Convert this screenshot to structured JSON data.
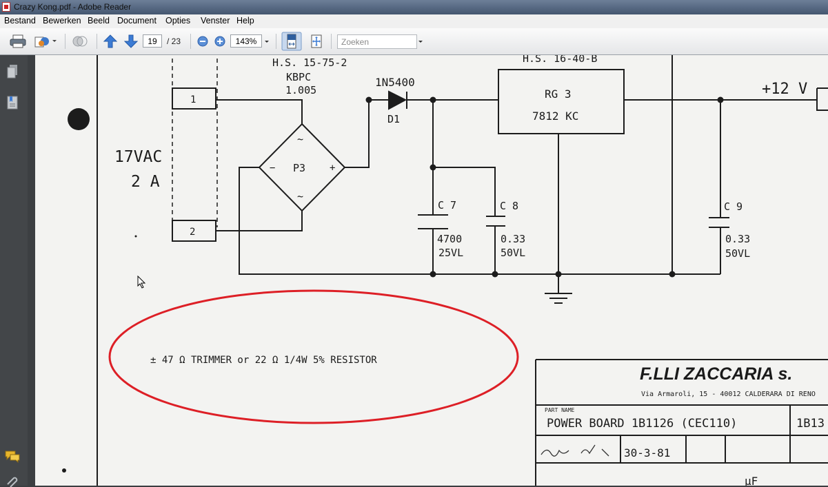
{
  "window": {
    "title": "Crazy Kong.pdf - Adobe Reader"
  },
  "menu": [
    "Bestand",
    "Bewerken",
    "Beeld",
    "Document",
    "Opties",
    "Venster",
    "Help"
  ],
  "toolbar": {
    "current_page": "19",
    "page_count": "/ 23",
    "zoom": "143%",
    "search_placeholder": "Zoeken"
  },
  "schematic": {
    "heatsink_top": "H.S. 15-75-2",
    "bridge_part": "KBPC",
    "bridge_value": "1.005",
    "connector_1": "1",
    "connector_2": "2",
    "input_voltage": "17VAC",
    "input_current": "2 A",
    "bridge_name": "P3",
    "bridge_minus": "−",
    "bridge_plus": "+",
    "bridge_tilde_top": "~",
    "bridge_tilde_bottom": "~",
    "diode_part": "1N5400",
    "diode_name": "D1",
    "heatsink_reg": "H.S. 16-40-B",
    "regulator_name": "RG 3",
    "regulator_part": "7812 KC",
    "output_label": "+12 V",
    "c7_name": "C 7",
    "c7_value": "4700",
    "c7_voltage": "25VL",
    "c8_name": "C 8",
    "c8_value": "0.33",
    "c8_voltage": "50VL",
    "c9_name": "C 9",
    "c9_value": "0.33",
    "c9_voltage": "50VL",
    "annotation": "± 47 Ω TRIMMER  or 22 Ω 1/4W 5% RESISTOR",
    "company": "F.LLI ZACCARIA s.",
    "address": "Via Armaroli, 15 - 40012 CALDERARA DI RENO",
    "part_name_caption": "PART NAME",
    "board_name": "POWER BOARD 1B1126 (CEC110)",
    "part_no_fragment": "1B13",
    "date": "30-3-81",
    "unit": "μF"
  }
}
